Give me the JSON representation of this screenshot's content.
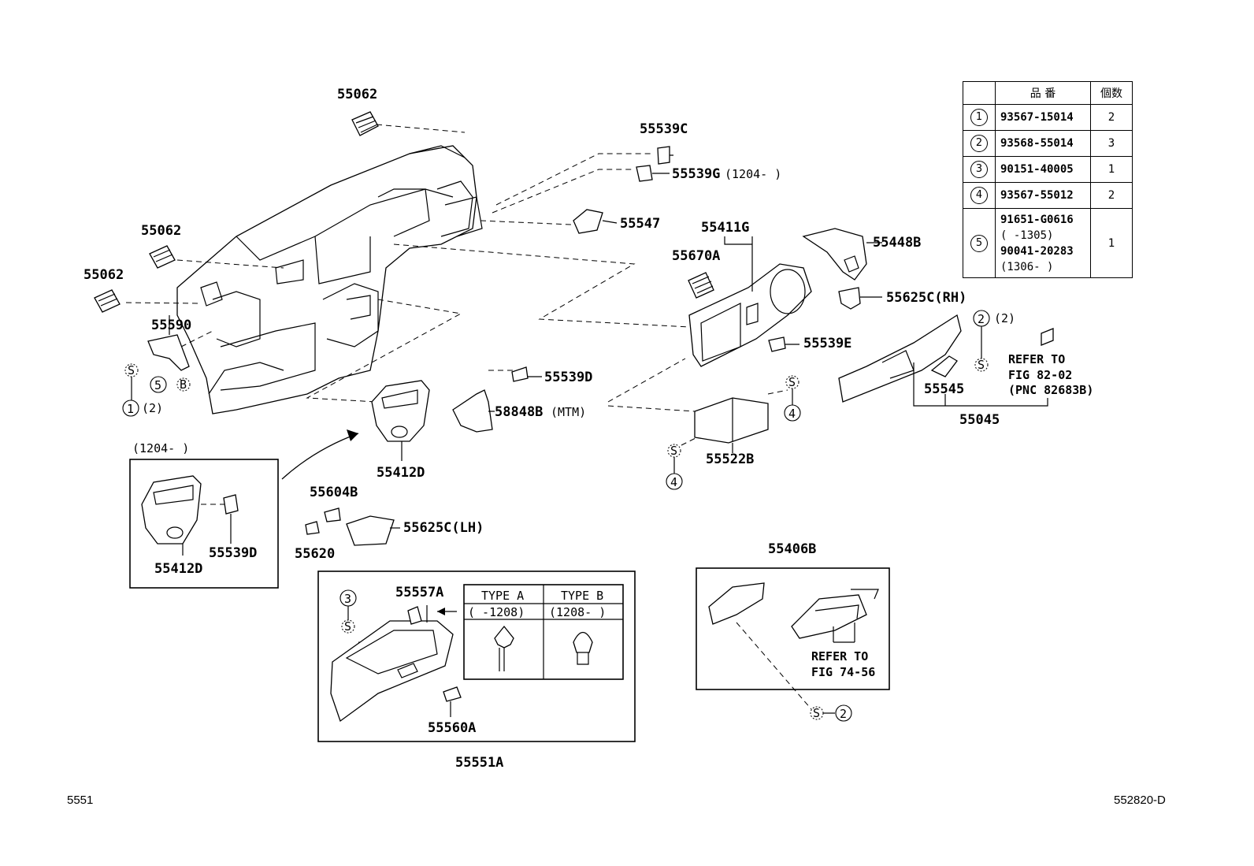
{
  "callouts": {
    "c55062_a": "55062",
    "c55062_b": "55062",
    "c55062_c": "55062",
    "c55590": "55590",
    "c55539C": "55539C",
    "c55539G": "55539G",
    "c55539G_note": "(1204-      )",
    "c55547": "55547",
    "c55411G": "55411G",
    "c55670A": "55670A",
    "c55448B": "55448B",
    "c55625C_RH": "55625C(RH)",
    "c55539E": "55539E",
    "c55539D": "55539D",
    "c58848B": "58848B",
    "c58848B_note": "(MTM)",
    "c55412D": "55412D",
    "c55522B": "55522B",
    "c55545": "55545",
    "c55045": "55045",
    "c55604B": "55604B",
    "c55625C_LH": "55625C(LH)",
    "c55620": "55620",
    "c55557A": "55557A",
    "c55560A": "55560A",
    "c55551A": "55551A",
    "c55406B": "55406B",
    "inset_note": "(1204-      )",
    "inset_55539D": "55539D",
    "inset_55412D": "55412D",
    "qty_2_note": "(2)",
    "qty_2_note_b": "(2)"
  },
  "symbols": {
    "s": "S",
    "b": "B",
    "n1": "1",
    "n2": "2",
    "n3": "3",
    "n4": "4",
    "n5": "5"
  },
  "refer_82": {
    "line1": "REFER TO",
    "line2": "FIG 82-02",
    "line3": "(PNC 82683B)"
  },
  "refer_74": {
    "line1": "REFER TO",
    "line2": "FIG 74-56"
  },
  "types": {
    "type_a": "TYPE A",
    "type_a_range": "(    -1208)",
    "type_b": "TYPE B",
    "type_b_range": "(1208-     )"
  },
  "legend": {
    "header_part": "品 番",
    "header_qty": "個数",
    "rows": [
      {
        "num": "1",
        "part": "93567-15014",
        "qty": "2"
      },
      {
        "num": "2",
        "part": "93568-55014",
        "qty": "3"
      },
      {
        "num": "3",
        "part": "90151-40005",
        "qty": "1"
      },
      {
        "num": "4",
        "part": "93567-55012",
        "qty": "2"
      },
      {
        "num": "5",
        "part_lines": [
          "91651-G0616",
          "(    -1305)",
          "90041-20283",
          "(1306-     )"
        ],
        "qty": "1"
      }
    ]
  },
  "footer": {
    "left": "5551",
    "right": "552820-D"
  }
}
